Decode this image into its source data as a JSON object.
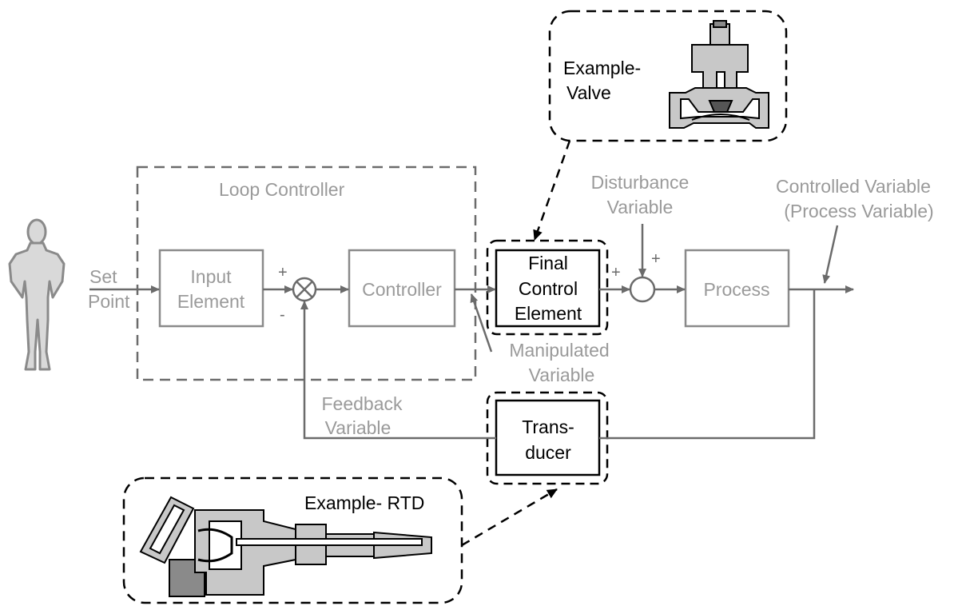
{
  "diagram": {
    "loop_controller_label": "Loop Controller",
    "set_point_line1": "Set",
    "set_point_line2": "Point",
    "input_element_line1": "Input",
    "input_element_line2": "Element",
    "controller_label": "Controller",
    "final_control_line1": "Final",
    "final_control_line2": "Control",
    "final_control_line3": "Element",
    "process_label": "Process",
    "transducer_line1": "Trans-",
    "transducer_line2": "ducer",
    "disturbance_line1": "Disturbance",
    "disturbance_line2": "Variable",
    "controlled_line1": "Controlled Variable",
    "controlled_line2": "(Process Variable)",
    "manipulated_line1": "Manipulated",
    "manipulated_line2": "Variable",
    "feedback_line1": "Feedback",
    "feedback_line2": "Variable",
    "example_valve_line1": "Example-",
    "example_valve_line2": "Valve",
    "example_rtd_label": "Example- RTD",
    "sum_plus_top": "+",
    "sum_minus": "-",
    "disturbance_plus_left": "+",
    "disturbance_plus_top": "+",
    "colors": {
      "gray_stroke": "#6b6b6b",
      "gray_text": "#9a9a9a",
      "black": "#000000",
      "figure_fill": "#c8c8c8"
    },
    "icons": [
      "human-figure-icon",
      "valve-icon",
      "rtd-sensor-icon",
      "summing-junction-icon"
    ]
  }
}
